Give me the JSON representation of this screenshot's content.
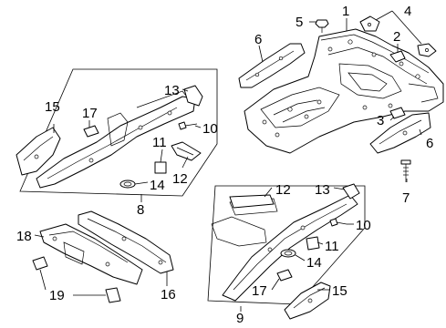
{
  "callouts": {
    "c1": "1",
    "c2": "2",
    "c3": "3",
    "c4": "4",
    "c5": "5",
    "c6a": "6",
    "c6b": "6",
    "c7": "7",
    "c8": "8",
    "c9": "9",
    "c10a": "10",
    "c10b": "10",
    "c11a": "11",
    "c11b": "11",
    "c12a": "12",
    "c12b": "12",
    "c13a": "13",
    "c13b": "13",
    "c14a": "14",
    "c14b": "14",
    "c15a": "15",
    "c15b": "15",
    "c16": "16",
    "c17a": "17",
    "c17b": "17",
    "c18": "18",
    "c19": "19"
  }
}
